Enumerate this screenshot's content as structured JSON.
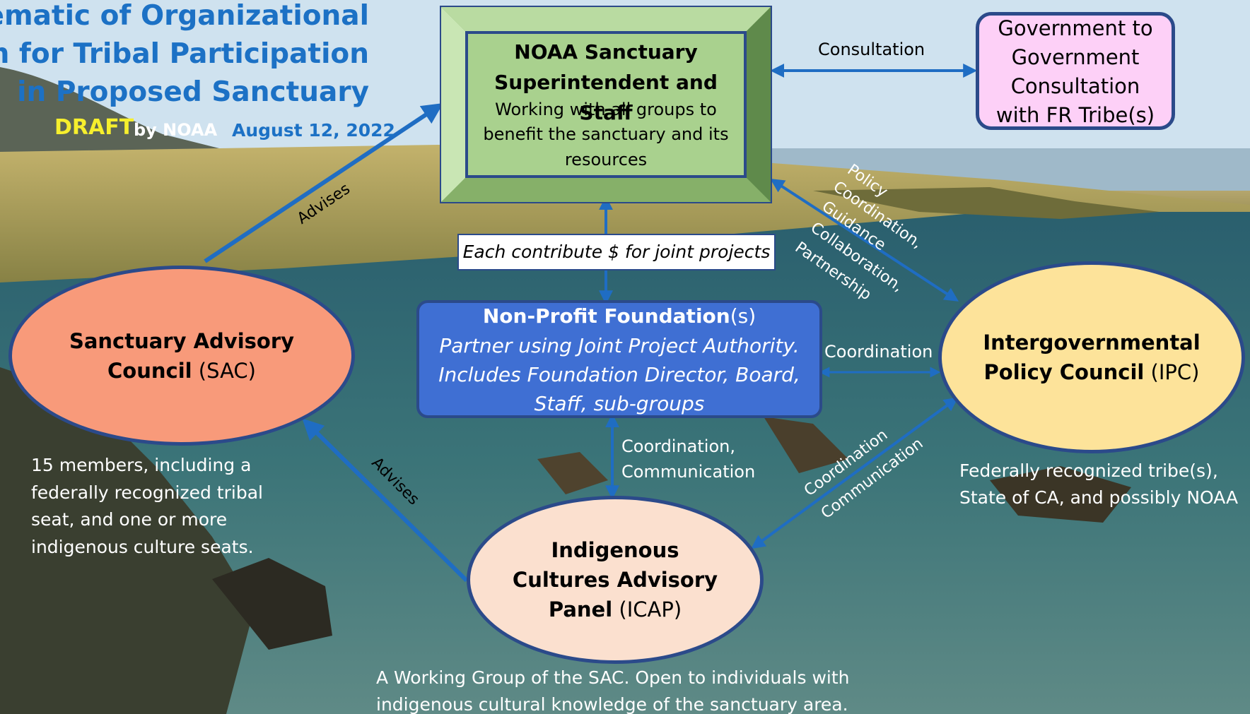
{
  "title": {
    "line1": "Schematic of Organizational",
    "line2": "ision for Tribal Participation",
    "line3": "in Proposed Sanctuary",
    "draft": "DRAFT",
    "by": "by NOAA",
    "date": "August 12, 2022"
  },
  "noaa": {
    "title1": "NOAA Sanctuary",
    "title2": "Superintendent and Staff",
    "desc1": "Working with all groups to",
    "desc2": "benefit the sanctuary and its",
    "desc3": "resources"
  },
  "government": {
    "line1": "Government to",
    "line2": "Government",
    "line3": "Consultation",
    "line4": "with FR Tribe(s)"
  },
  "edge_labels": {
    "consultation": "Consultation",
    "advises_top": "Advises",
    "advises_bottom": "Advises",
    "coordination_mid": "Coordination",
    "coord_comm_1": "Coordination,",
    "coord_comm_2": "Communication",
    "diag_coordination": "Coordination",
    "diag_communication": "Communication",
    "policy": "Policy",
    "coordination_policy": "Coordination,",
    "guidance": "Guidance",
    "collaboration": "Collaboration,",
    "partnership": "Partnership"
  },
  "contribute": "Each contribute $ for joint projects",
  "foundation": {
    "title_bold": "Non-Profit Foundation",
    "title_rest": "(s)",
    "desc1": "Partner using Joint Project Authority.",
    "desc2": "Includes Foundation Director, Board,",
    "desc3": "Staff, sub-groups"
  },
  "sac": {
    "line1": "Sanctuary Advisory",
    "line2_bold": "Council",
    "line2_rest": " (SAC)",
    "note1": "15 members, including a",
    "note2": "federally recognized tribal",
    "note3": "seat, and one or more",
    "note4": "indigenous culture seats."
  },
  "ipc": {
    "line1": "Intergovernmental",
    "line2_bold": "Policy Council",
    "line2_rest": " (IPC)",
    "note1": "Federally recognized tribe(s),",
    "note2": "State of CA, and possibly NOAA"
  },
  "icap": {
    "line1": "Indigenous",
    "line2": "Cultures Advisory",
    "line3_bold": "Panel",
    "line3_rest": " (ICAP)",
    "note1": "A Working Group of the SAC. Open to individuals with",
    "note2": "indigenous cultural knowledge of the sanctuary area."
  },
  "colors": {
    "title_blue": "#1c71c5",
    "draft_yellow": "#f6ef2d",
    "arrow_blue": "#1f6dc3",
    "noaa_green": "#a9d18e",
    "gov_pink": "#fdd0f7",
    "foundation_blue": "#3f6fd3",
    "sac_salmon": "#f89a7a",
    "ipc_yellow": "#fde39a",
    "icap_peach": "#fbe0cf"
  }
}
